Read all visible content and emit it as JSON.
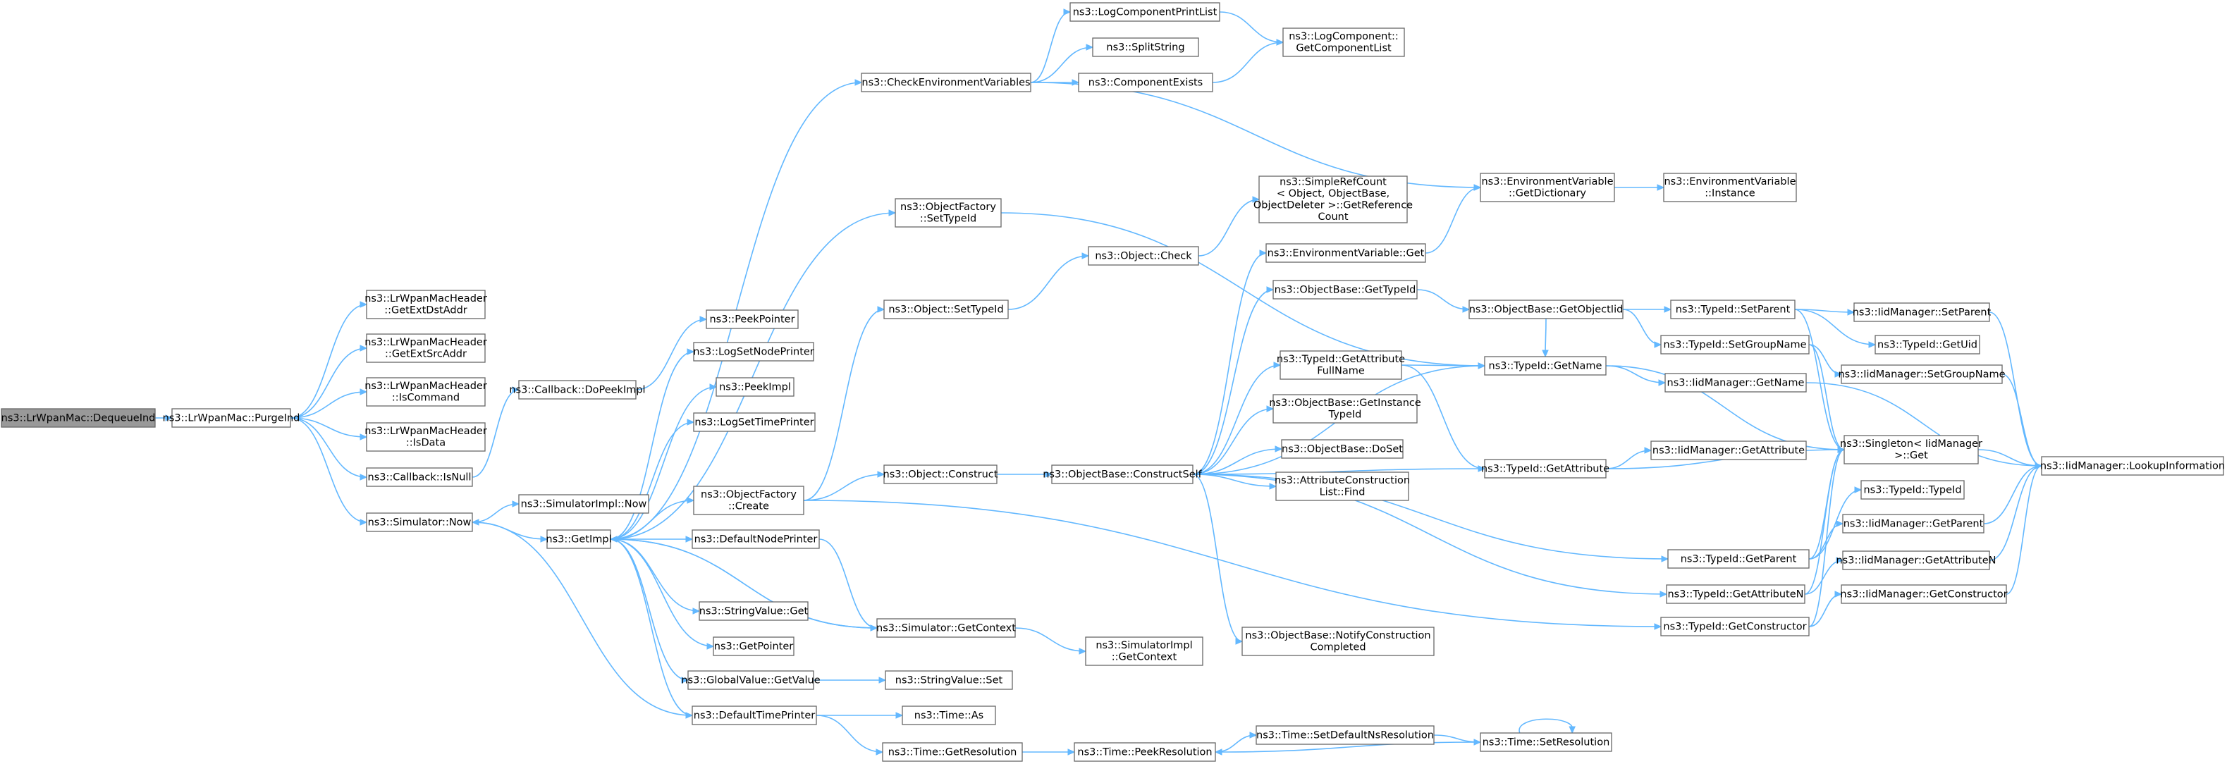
{
  "diagram": {
    "type": "call-graph",
    "colors": {
      "edge": "#63b8ff",
      "node_border": "#666666",
      "root_fill": "#999999",
      "node_fill": "#ffffff"
    },
    "nodes": [
      {
        "id": "dequeue",
        "lines": [
          "ns3::LrWpanMac::DequeueInd"
        ],
        "root": true
      },
      {
        "id": "purge",
        "lines": [
          "ns3::LrWpanMac::PurgeInd"
        ]
      },
      {
        "id": "extdst",
        "lines": [
          "ns3::LrWpanMacHeader",
          "::GetExtDstAddr"
        ]
      },
      {
        "id": "extsrc",
        "lines": [
          "ns3::LrWpanMacHeader",
          "::GetExtSrcAddr"
        ]
      },
      {
        "id": "iscmd",
        "lines": [
          "ns3::LrWpanMacHeader",
          "::IsCommand"
        ]
      },
      {
        "id": "isdata",
        "lines": [
          "ns3::LrWpanMacHeader",
          "::IsData"
        ]
      },
      {
        "id": "isnull",
        "lines": [
          "ns3::Callback::IsNull"
        ]
      },
      {
        "id": "simnow",
        "lines": [
          "ns3::Simulator::Now"
        ]
      },
      {
        "id": "dopeek",
        "lines": [
          "ns3::Callback::DoPeekImpl"
        ]
      },
      {
        "id": "simimplnow",
        "lines": [
          "ns3::SimulatorImpl::Now"
        ]
      },
      {
        "id": "getimpl",
        "lines": [
          "ns3::GetImpl"
        ]
      },
      {
        "id": "peekptr",
        "lines": [
          "ns3::PeekPointer"
        ]
      },
      {
        "id": "logsetnode",
        "lines": [
          "ns3::LogSetNodePrinter"
        ]
      },
      {
        "id": "peekimpl",
        "lines": [
          "ns3::PeekImpl"
        ]
      },
      {
        "id": "logsettime",
        "lines": [
          "ns3::LogSetTimePrinter"
        ]
      },
      {
        "id": "ofcreate",
        "lines": [
          "ns3::ObjectFactory",
          "::Create"
        ]
      },
      {
        "id": "defnode",
        "lines": [
          "ns3::DefaultNodePrinter"
        ]
      },
      {
        "id": "strget",
        "lines": [
          "ns3::StringValue::Get"
        ]
      },
      {
        "id": "getptr",
        "lines": [
          "ns3::GetPointer"
        ]
      },
      {
        "id": "gvget",
        "lines": [
          "ns3::GlobalValue::GetValue"
        ]
      },
      {
        "id": "deftime",
        "lines": [
          "ns3::DefaultTimePrinter"
        ]
      },
      {
        "id": "checkenv",
        "lines": [
          "ns3::CheckEnvironmentVariables"
        ]
      },
      {
        "id": "ofsettid",
        "lines": [
          "ns3::ObjectFactory",
          "::SetTypeId"
        ]
      },
      {
        "id": "objsettid",
        "lines": [
          "ns3::Object::SetTypeId"
        ]
      },
      {
        "id": "objconstruct",
        "lines": [
          "ns3::Object::Construct"
        ]
      },
      {
        "id": "simgetctx",
        "lines": [
          "ns3::Simulator::GetContext"
        ]
      },
      {
        "id": "strset",
        "lines": [
          "ns3::StringValue::Set"
        ]
      },
      {
        "id": "timeas",
        "lines": [
          "ns3::Time::As"
        ]
      },
      {
        "id": "timegetres",
        "lines": [
          "ns3::Time::GetResolution"
        ]
      },
      {
        "id": "logcpl",
        "lines": [
          "ns3::LogComponentPrintList"
        ]
      },
      {
        "id": "splitstr",
        "lines": [
          "ns3::SplitString"
        ]
      },
      {
        "id": "compexists",
        "lines": [
          "ns3::ComponentExists"
        ]
      },
      {
        "id": "objcheck",
        "lines": [
          "ns3::Object::Check"
        ]
      },
      {
        "id": "constructself",
        "lines": [
          "ns3::ObjectBase::ConstructSelf"
        ]
      },
      {
        "id": "simimplctx",
        "lines": [
          "ns3::SimulatorImpl",
          "::GetContext"
        ]
      },
      {
        "id": "peekres",
        "lines": [
          "ns3::Time::PeekResolution"
        ]
      },
      {
        "id": "lcgetlist",
        "lines": [
          "ns3::LogComponent::",
          "GetComponentList"
        ]
      },
      {
        "id": "srcgetref",
        "lines": [
          "ns3::SimpleRefCount",
          "< Object, ObjectBase,",
          "ObjectDeleter >::GetReference",
          "Count"
        ]
      },
      {
        "id": "envget",
        "lines": [
          "ns3::EnvironmentVariable::Get"
        ]
      },
      {
        "id": "obgettid",
        "lines": [
          "ns3::ObjectBase::GetTypeId"
        ]
      },
      {
        "id": "tidgafn",
        "lines": [
          "ns3::TypeId::GetAttribute",
          "FullName"
        ]
      },
      {
        "id": "obgetinst",
        "lines": [
          "ns3::ObjectBase::GetInstance",
          "TypeId"
        ]
      },
      {
        "id": "obdoset",
        "lines": [
          "ns3::ObjectBase::DoSet"
        ]
      },
      {
        "id": "aclfind",
        "lines": [
          "ns3::AttributeConstruction",
          "List::Find"
        ]
      },
      {
        "id": "obnotify",
        "lines": [
          "ns3::ObjectBase::NotifyConstruction",
          "Completed"
        ]
      },
      {
        "id": "settdefns",
        "lines": [
          "ns3::Time::SetDefaultNsResolution"
        ]
      },
      {
        "id": "envgetdict",
        "lines": [
          "ns3::EnvironmentVariable",
          "::GetDictionary"
        ]
      },
      {
        "id": "obgetoid",
        "lines": [
          "ns3::ObjectBase::GetObjectIid"
        ]
      },
      {
        "id": "tidgetname",
        "lines": [
          "ns3::TypeId::GetName"
        ]
      },
      {
        "id": "tidgetattr",
        "lines": [
          "ns3::TypeId::GetAttribute"
        ]
      },
      {
        "id": "tidgetparent",
        "lines": [
          "ns3::TypeId::GetParent"
        ]
      },
      {
        "id": "tidgetattrn",
        "lines": [
          "ns3::TypeId::GetAttributeN"
        ]
      },
      {
        "id": "tidgetctor",
        "lines": [
          "ns3::TypeId::GetConstructor"
        ]
      },
      {
        "id": "timesetres",
        "lines": [
          "ns3::Time::SetResolution"
        ]
      },
      {
        "id": "envinst",
        "lines": [
          "ns3::EnvironmentVariable",
          "::Instance"
        ]
      },
      {
        "id": "tidsetparent",
        "lines": [
          "ns3::TypeId::SetParent"
        ]
      },
      {
        "id": "tidsetgroup",
        "lines": [
          "ns3::TypeId::SetGroupName"
        ]
      },
      {
        "id": "imgetname",
        "lines": [
          "ns3::IidManager::GetName"
        ]
      },
      {
        "id": "imgetattr",
        "lines": [
          "ns3::IidManager::GetAttribute"
        ]
      },
      {
        "id": "singleton",
        "lines": [
          "ns3::Singleton< IidManager",
          ">::Get"
        ]
      },
      {
        "id": "tidtid",
        "lines": [
          "ns3::TypeId::TypeId"
        ]
      },
      {
        "id": "imgetparent",
        "lines": [
          "ns3::IidManager::GetParent"
        ]
      },
      {
        "id": "imgetattrn",
        "lines": [
          "ns3::IidManager::GetAttributeN"
        ]
      },
      {
        "id": "imgetctor",
        "lines": [
          "ns3::IidManager::GetConstructor"
        ]
      },
      {
        "id": "imsetparent",
        "lines": [
          "ns3::IidManager::SetParent"
        ]
      },
      {
        "id": "tidgetuid",
        "lines": [
          "ns3::TypeId::GetUid"
        ]
      },
      {
        "id": "imsetgroup",
        "lines": [
          "ns3::IidManager::SetGroupName"
        ]
      },
      {
        "id": "imlookup",
        "lines": [
          "ns3::IidManager::LookupInformation"
        ]
      }
    ],
    "edges": [
      [
        "dequeue",
        "purge"
      ],
      [
        "purge",
        "extdst"
      ],
      [
        "purge",
        "extsrc"
      ],
      [
        "purge",
        "iscmd"
      ],
      [
        "purge",
        "isdata"
      ],
      [
        "purge",
        "isnull"
      ],
      [
        "purge",
        "simnow"
      ],
      [
        "isnull",
        "dopeek"
      ],
      [
        "dopeek",
        "peekptr"
      ],
      [
        "simnow",
        "simimplnow"
      ],
      [
        "simnow",
        "getimpl"
      ],
      [
        "getimpl",
        "checkenv"
      ],
      [
        "getimpl",
        "logsetnode"
      ],
      [
        "getimpl",
        "peekimpl"
      ],
      [
        "getimpl",
        "logsettime"
      ],
      [
        "getimpl",
        "ofcreate"
      ],
      [
        "getimpl",
        "ofsettid"
      ],
      [
        "getimpl",
        "defnode"
      ],
      [
        "getimpl",
        "strget"
      ],
      [
        "getimpl",
        "getptr"
      ],
      [
        "getimpl",
        "gvget"
      ],
      [
        "getimpl",
        "deftime"
      ],
      [
        "getimpl",
        "simgetctx"
      ],
      [
        "defnode",
        "simgetctx"
      ],
      [
        "simgetctx",
        "getimpl"
      ],
      [
        "simgetctx",
        "simimplctx"
      ],
      [
        "deftime",
        "simnow"
      ],
      [
        "deftime",
        "timeas"
      ],
      [
        "deftime",
        "timegetres"
      ],
      [
        "gvget",
        "strset"
      ],
      [
        "timegetres",
        "peekres"
      ],
      [
        "checkenv",
        "logcpl"
      ],
      [
        "checkenv",
        "splitstr"
      ],
      [
        "checkenv",
        "compexists"
      ],
      [
        "checkenv",
        "envgetdict"
      ],
      [
        "logcpl",
        "lcgetlist"
      ],
      [
        "compexists",
        "lcgetlist"
      ],
      [
        "ofsettid",
        "tidgetname"
      ],
      [
        "ofcreate",
        "objsettid"
      ],
      [
        "ofcreate",
        "objconstruct"
      ],
      [
        "ofcreate",
        "tidgetctor"
      ],
      [
        "objsettid",
        "objcheck"
      ],
      [
        "objcheck",
        "srcgetref"
      ],
      [
        "objconstruct",
        "constructself"
      ],
      [
        "constructself",
        "envget"
      ],
      [
        "constructself",
        "obgettid"
      ],
      [
        "constructself",
        "tidgafn"
      ],
      [
        "constructself",
        "obgetinst"
      ],
      [
        "constructself",
        "obdoset"
      ],
      [
        "constructself",
        "aclfind"
      ],
      [
        "constructself",
        "obnotify"
      ],
      [
        "constructself",
        "tidgetname"
      ],
      [
        "constructself",
        "tidgetattr"
      ],
      [
        "constructself",
        "tidgetparent"
      ],
      [
        "constructself",
        "tidgetattrn"
      ],
      [
        "envget",
        "envgetdict"
      ],
      [
        "envgetdict",
        "envinst"
      ],
      [
        "obgettid",
        "obgetoid"
      ],
      [
        "obgetoid",
        "tidsetparent"
      ],
      [
        "obgetoid",
        "tidsetgroup"
      ],
      [
        "obgetoid",
        "tidgetname"
      ],
      [
        "tidgafn",
        "tidgetname"
      ],
      [
        "tidgafn",
        "tidgetattr"
      ],
      [
        "tidgetname",
        "imgetname"
      ],
      [
        "tidgetname",
        "singleton"
      ],
      [
        "tidgetattr",
        "imgetattr"
      ],
      [
        "tidgetattr",
        "singleton"
      ],
      [
        "tidgetparent",
        "tidtid"
      ],
      [
        "tidgetparent",
        "imgetparent"
      ],
      [
        "tidgetparent",
        "singleton"
      ],
      [
        "tidgetattrn",
        "imgetattrn"
      ],
      [
        "tidgetattrn",
        "singleton"
      ],
      [
        "tidgetctor",
        "imgetctor"
      ],
      [
        "tidgetctor",
        "singleton"
      ],
      [
        "tidsetparent",
        "imsetparent"
      ],
      [
        "tidsetparent",
        "tidgetuid"
      ],
      [
        "tidsetparent",
        "singleton"
      ],
      [
        "tidsetgroup",
        "imsetgroup"
      ],
      [
        "tidsetgroup",
        "singleton"
      ],
      [
        "imgetname",
        "imlookup"
      ],
      [
        "imsetparent",
        "imlookup"
      ],
      [
        "imsetgroup",
        "imlookup"
      ],
      [
        "imgetparent",
        "imlookup"
      ],
      [
        "imgetattrn",
        "imlookup"
      ],
      [
        "imgetctor",
        "imlookup"
      ],
      [
        "singleton",
        "imlookup"
      ],
      [
        "peekres",
        "settdefns"
      ],
      [
        "settdefns",
        "timesetres"
      ],
      [
        "timesetres",
        "peekres"
      ],
      [
        "timesetres",
        "timesetres"
      ]
    ]
  }
}
